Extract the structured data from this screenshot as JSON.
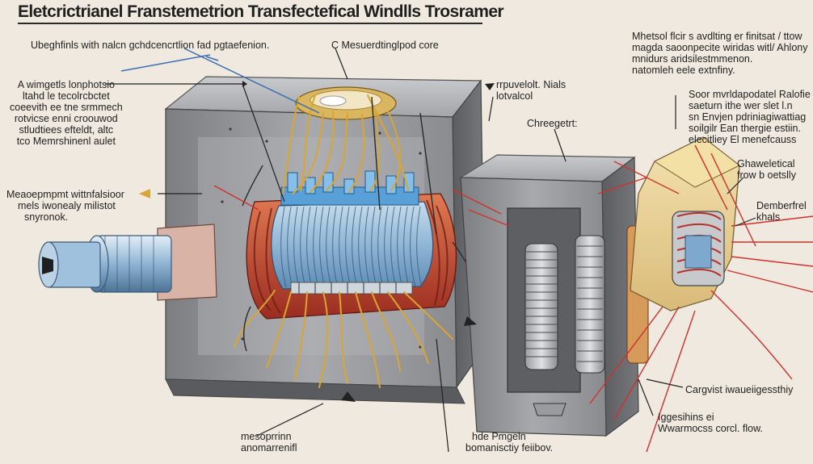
{
  "diagram": {
    "title": "Eletcrictrianel Franstemetrion Transfectefical Windlls Trosramer",
    "labels": {
      "top_left": "Ubeghfinls with nalcn gchdcencrtlion fad pgtaefenion.",
      "top_center": "C  Mesuerdtinglpod core",
      "top_right": [
        "Mhetsol flcir s avdlting er finitsat / ttow",
        "magda saoonpecite wiridas witl/ Ahlony",
        "mnidurs aridsilestmmenon.",
        "natomleh eele extnfiny."
      ],
      "left_1": [
        "A wimgetls lonphotsio",
        "ltahd le tecolrcbctet",
        "coeevith ee tne srmmech",
        "rotvicse enni croouwod",
        "stludtiees efteldt, altc",
        "tco Memrshinenl aulet"
      ],
      "left_2": [
        "Meaoepmpmt wittnfalsioor",
        "mels iwonealy milistot",
        "snyronok."
      ],
      "center_a": [
        "rrpuvelolt. Nials",
        "lotvalcol"
      ],
      "center_b": "Chreegetrt:",
      "right_1": [
        "Soor mvrldapodatel Ralofie",
        "saeturn ithe  wer slet l.n",
        "sn Envjen pdriniagiwattiag",
        "soilgilr Ean thergie estiin.",
        "elecitliey El menefcauss"
      ],
      "right_2": [
        "Ghaweletical",
        "frow b oetslly"
      ],
      "right_3": [
        "Demberfrel",
        "khals"
      ],
      "bottom_left": [
        "mesoprrinn",
        "anomarrenifl"
      ],
      "bottom_center": [
        "hde Pmgeln",
        "bomanisctiy feiibov."
      ],
      "bottom_right_1": "Cargvist iwaueiigessthiy",
      "bottom_right_2": [
        "Iggesihins ei",
        "Wwarmocss corcl. flow."
      ]
    }
  },
  "colors": {
    "background": "#efe9df",
    "steel": "#8a8a8e",
    "copper": "#c0392b",
    "wire_gold": "#d8a631",
    "coil_blue": "#8fb5d6",
    "pointer_blue": "#3a6fb5",
    "pointer_red": "#d0312d"
  }
}
